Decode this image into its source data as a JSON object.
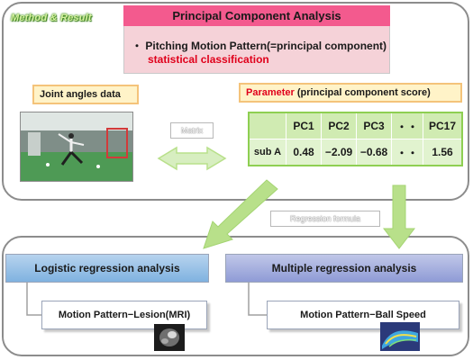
{
  "section_label": "Method & Result",
  "pca": {
    "title": "Principal Component Analysis",
    "bullet": "・",
    "line1": "Pitching Motion Pattern(=principal component)",
    "line2": "statistical classification"
  },
  "joint_angles_label": "Joint angles data",
  "parameter": {
    "label_main": "Parameter",
    "label_sub": "(principal component score)"
  },
  "matrix_label": "Matrix",
  "regression_label": "Regression formula",
  "score_table": {
    "headers": [
      "",
      "PC1",
      "PC2",
      "PC3",
      "・・",
      "PC17"
    ],
    "rows": [
      [
        "sub A",
        "0.48",
        "−2.09",
        "−0.68",
        "・・",
        "1.56"
      ]
    ]
  },
  "analyses": {
    "logistic": "Logistic regression analysis",
    "multiple": "Multiple regression analysis"
  },
  "outcomes": {
    "lesion": "Motion Pattern−Lesion(MRI)",
    "ball_speed": "Motion Pattern−Ball Speed"
  },
  "colors": {
    "pca_header": "#f35a8e",
    "pca_body": "#f5d2d8",
    "accent_red": "#e0001b",
    "table_fill": "#e1f3cf",
    "arrow_green": "#b8e08a",
    "logistic_blue": "#7fb2e0",
    "multiple_purple": "#8f9bd6"
  }
}
